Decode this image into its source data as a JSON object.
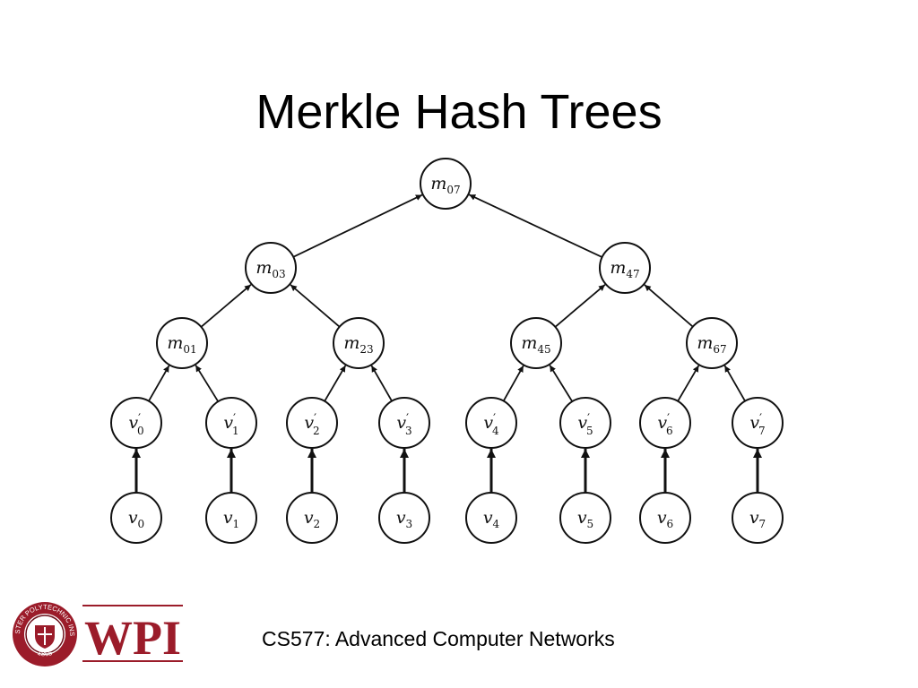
{
  "slide": {
    "title": "Merkle Hash Trees",
    "footer": "CS577: Advanced Computer Networks"
  },
  "logo": {
    "wordmark": "WPI",
    "seal_text": "WORCESTER POLYTECHNIC INSTITUTE",
    "seal_year": "1865",
    "colors": {
      "maroon": "#9b1c2a",
      "dark": "#6b0f1a"
    }
  },
  "tree": {
    "edges_point_to": "parent",
    "nodes": [
      {
        "id": "m07",
        "base": "m",
        "sub": "07",
        "level": 0,
        "prime": false
      },
      {
        "id": "m03",
        "base": "m",
        "sub": "03",
        "level": 1,
        "prime": false
      },
      {
        "id": "m47",
        "base": "m",
        "sub": "47",
        "level": 1,
        "prime": false
      },
      {
        "id": "m01",
        "base": "m",
        "sub": "01",
        "level": 2,
        "prime": false
      },
      {
        "id": "m23",
        "base": "m",
        "sub": "23",
        "level": 2,
        "prime": false
      },
      {
        "id": "m45",
        "base": "m",
        "sub": "45",
        "level": 2,
        "prime": false
      },
      {
        "id": "m67",
        "base": "m",
        "sub": "67",
        "level": 2,
        "prime": false
      },
      {
        "id": "vp0",
        "base": "v",
        "sub": "0",
        "level": 3,
        "prime": true
      },
      {
        "id": "vp1",
        "base": "v",
        "sub": "1",
        "level": 3,
        "prime": true
      },
      {
        "id": "vp2",
        "base": "v",
        "sub": "2",
        "level": 3,
        "prime": true
      },
      {
        "id": "vp3",
        "base": "v",
        "sub": "3",
        "level": 3,
        "prime": true
      },
      {
        "id": "vp4",
        "base": "v",
        "sub": "4",
        "level": 3,
        "prime": true
      },
      {
        "id": "vp5",
        "base": "v",
        "sub": "5",
        "level": 3,
        "prime": true
      },
      {
        "id": "vp6",
        "base": "v",
        "sub": "6",
        "level": 3,
        "prime": true
      },
      {
        "id": "vp7",
        "base": "v",
        "sub": "7",
        "level": 3,
        "prime": true
      },
      {
        "id": "v0",
        "base": "v",
        "sub": "0",
        "level": 4,
        "prime": false
      },
      {
        "id": "v1",
        "base": "v",
        "sub": "1",
        "level": 4,
        "prime": false
      },
      {
        "id": "v2",
        "base": "v",
        "sub": "2",
        "level": 4,
        "prime": false
      },
      {
        "id": "v3",
        "base": "v",
        "sub": "3",
        "level": 4,
        "prime": false
      },
      {
        "id": "v4",
        "base": "v",
        "sub": "4",
        "level": 4,
        "prime": false
      },
      {
        "id": "v5",
        "base": "v",
        "sub": "5",
        "level": 4,
        "prime": false
      },
      {
        "id": "v6",
        "base": "v",
        "sub": "6",
        "level": 4,
        "prime": false
      },
      {
        "id": "v7",
        "base": "v",
        "sub": "7",
        "level": 4,
        "prime": false
      }
    ],
    "edges": [
      {
        "from": "m03",
        "to": "m07"
      },
      {
        "from": "m47",
        "to": "m07"
      },
      {
        "from": "m01",
        "to": "m03"
      },
      {
        "from": "m23",
        "to": "m03"
      },
      {
        "from": "m45",
        "to": "m47"
      },
      {
        "from": "m67",
        "to": "m47"
      },
      {
        "from": "vp0",
        "to": "m01"
      },
      {
        "from": "vp1",
        "to": "m01"
      },
      {
        "from": "vp2",
        "to": "m23"
      },
      {
        "from": "vp3",
        "to": "m23"
      },
      {
        "from": "vp4",
        "to": "m45"
      },
      {
        "from": "vp5",
        "to": "m45"
      },
      {
        "from": "vp6",
        "to": "m67"
      },
      {
        "from": "vp7",
        "to": "m67"
      },
      {
        "from": "v0",
        "to": "vp0"
      },
      {
        "from": "v1",
        "to": "vp1"
      },
      {
        "from": "v2",
        "to": "vp2"
      },
      {
        "from": "v3",
        "to": "vp3"
      },
      {
        "from": "v4",
        "to": "vp4"
      },
      {
        "from": "v5",
        "to": "vp5"
      },
      {
        "from": "v6",
        "to": "vp6"
      },
      {
        "from": "v7",
        "to": "vp7"
      }
    ]
  }
}
